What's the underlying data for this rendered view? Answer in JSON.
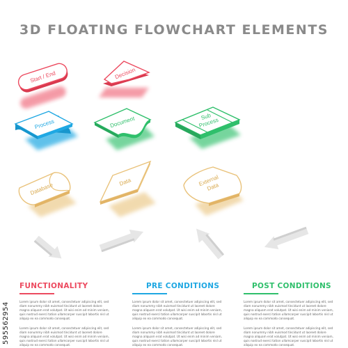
{
  "title": "3D FLOATING FLOWCHART ELEMENTS",
  "stock_id": "595562954",
  "shapes": {
    "start_end": "Start / End",
    "decision": "Decision",
    "process": "Process",
    "document": "Document",
    "subprocess_line1": "Sub",
    "subprocess_line2": "Process",
    "database": "Database",
    "data": "Data",
    "external_line1": "External",
    "external_line2": "Data"
  },
  "colors": {
    "red": "#ec4a5f",
    "blue": "#1ea7e2",
    "green": "#2fbf6b",
    "yellow": "#e9c27a"
  },
  "sections": [
    {
      "heading": "FUNCTIONALITY",
      "color": "#ec4a5f",
      "paragraph1": "Lorem ipsum dolor sit amet, consectetuer adipiscing elit, sed diam nonummy nibh euismod tincidunt ut laoreet dolore magna aliquam erat volutpat. Ut wisi enim ad minim veniam, quis nostrud exerci tation ullamcorper suscipit lobortis nisl ut aliquip ex ea commodo consequat.",
      "paragraph2": "Lorem ipsum dolor sit amet, consectetuer adipiscing elit, sed diam nonummy nibh euismod tincidunt ut laoreet dolore magna aliquam erat volutpat. Ut wisi enim ad minim veniam, quis nostrud exerci tation ullamcorper suscipit lobortis nisl ut aliquip ex ea commodo consequat."
    },
    {
      "heading": "PRE CONDITIONS",
      "color": "#1ea7e2",
      "paragraph1": "Lorem ipsum dolor sit amet, consectetuer adipiscing elit, sed diam nonummy nibh euismod tincidunt ut laoreet dolore magna aliquam erat volutpat. Ut wisi enim ad minim veniam, quis nostrud exerci tation ullamcorper suscipit lobortis nisl ut aliquip ex ea commodo consequat.",
      "paragraph2": "Lorem ipsum dolor sit amet, consectetuer adipiscing elit, sed diam nonummy nibh euismod tincidunt ut laoreet dolore magna aliquam erat volutpat. Ut wisi enim ad minim veniam, quis nostrud exerci tation ullamcorper suscipit lobortis nisl ut aliquip ex ea commodo consequat."
    },
    {
      "heading": "POST CONDITIONS",
      "color": "#2fbf6b",
      "paragraph1": "Lorem ipsum dolor sit amet, consectetuer adipiscing elit, sed diam nonummy nibh euismod tincidunt ut laoreet dolore magna aliquam erat volutpat. Ut wisi enim ad minim veniam, quis nostrud exerci tation ullamcorper suscipit lobortis nisl ut aliquip ex ea commodo consequat.",
      "paragraph2": "Lorem ipsum dolor sit amet, consectetuer adipiscing elit, sed diam nonummy nibh euismod tincidunt ut laoreet dolore magna aliquam erat volutpat. Ut wisi enim ad minim veniam, quis nostrud exerci tation ullamcorper suscipit lobortis nisl ut aliquip ex ea commodo consequat."
    }
  ],
  "arrows": [
    "arrow-down-right",
    "arrow-right",
    "arrow-up-left",
    "arrow-left"
  ]
}
